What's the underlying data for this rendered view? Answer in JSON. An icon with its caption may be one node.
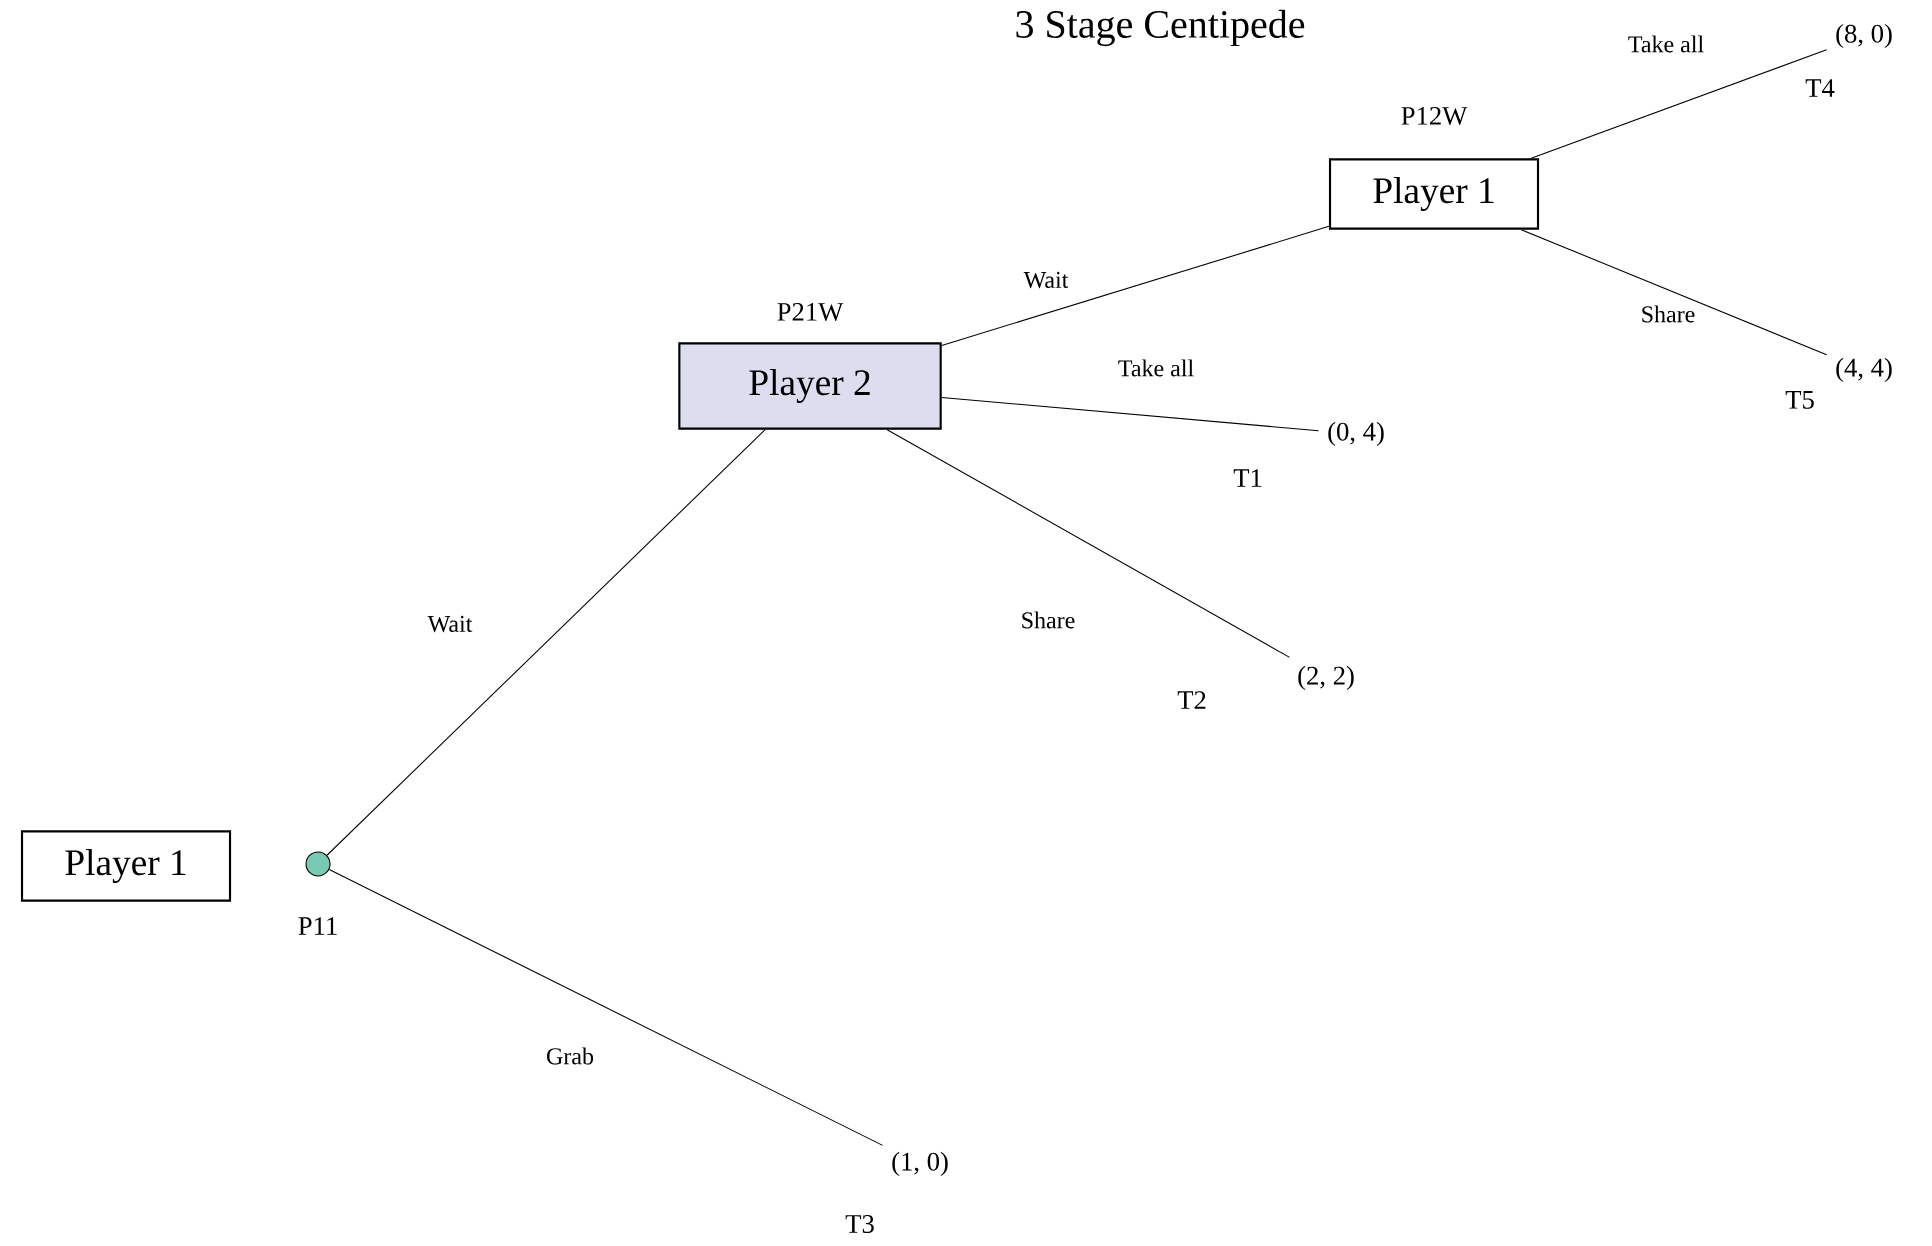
{
  "diagram": {
    "title": "3 Stage Centipede",
    "nodes": [
      {
        "text": [
          "Player 1"
        ]
      },
      {
        "text": [],
        "shape": "circle",
        "beside": [
          "P11"
        ]
      },
      {
        "text": [
          "Player 2"
        ],
        "beside": [
          "P21W"
        ]
      },
      {
        "text": [
          "Player 1"
        ],
        "beside": [
          "P12W"
        ]
      },
      {
        "text": [
          "(8, 0)"
        ],
        "beside": [
          "T4"
        ]
      },
      {
        "text": [
          "(4, 4)"
        ],
        "beside": [
          "T5"
        ]
      },
      {
        "text": [
          "(0, 4)"
        ],
        "beside": [
          "T1"
        ]
      },
      {
        "text": [
          "(2, 2)"
        ],
        "beside": [
          "T2"
        ]
      },
      {
        "text": [
          "(1, 0)"
        ],
        "beside": [
          "T3"
        ]
      }
    ],
    "edges": [
      {
        "from": 1,
        "to": 2,
        "arrow": "none",
        "label": "Wait"
      },
      {
        "from": 1,
        "to": 8,
        "arrow": "none",
        "label": "Grab"
      },
      {
        "from": 2,
        "to": 3,
        "arrow": "none",
        "label": "Wait"
      },
      {
        "from": 2,
        "to": 6,
        "arrow": "none",
        "label": "Take all"
      },
      {
        "from": 2,
        "to": 7,
        "arrow": "none",
        "label": "Share"
      },
      {
        "from": 3,
        "to": 4,
        "arrow": "none",
        "label": "Take all"
      },
      {
        "from": 3,
        "to": 5,
        "arrow": "none",
        "label": "Share"
      }
    ]
  }
}
